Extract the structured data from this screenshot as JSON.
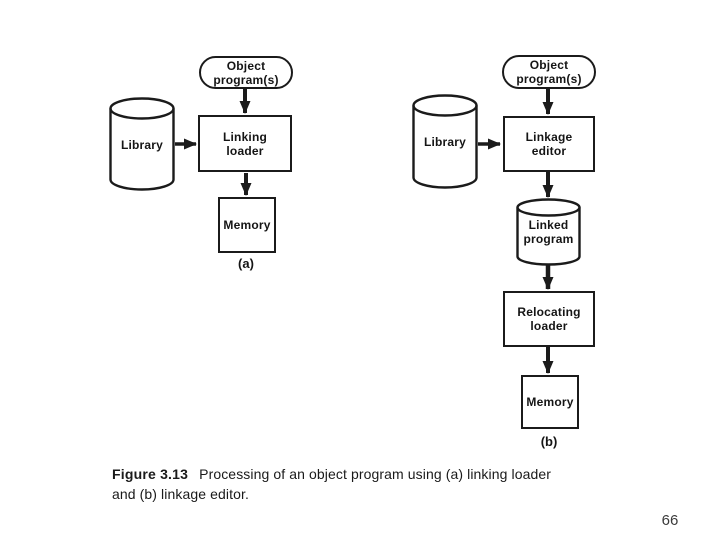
{
  "slide": {
    "page_number": "66",
    "background": "#ffffff",
    "ink": "#1b1b1b"
  },
  "caption": {
    "label": "Figure 3.13",
    "line1": "Processing of an object program using (a) linking loader",
    "line2": "and (b) linkage editor."
  },
  "diagram_a": {
    "tag": "(a)",
    "object_programs": "Object program(s)",
    "library": "Library",
    "linking_loader": "Linking loader",
    "memory": "Memory"
  },
  "diagram_b": {
    "tag": "(b)",
    "object_programs": "Object program(s)",
    "library": "Library",
    "linkage_editor": "Linkage editor",
    "linked_program": "Linked program",
    "relocating_loader": "Relocating loader",
    "memory": "Memory"
  }
}
